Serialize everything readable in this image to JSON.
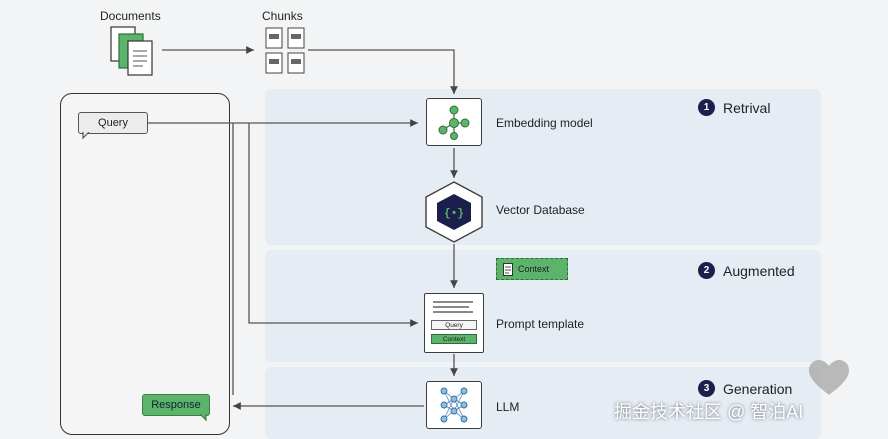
{
  "top": {
    "documents_label": "Documents",
    "chunks_label": "Chunks"
  },
  "stages": [
    {
      "number": "1",
      "label": "Retrival"
    },
    {
      "number": "2",
      "label": "Augmented"
    },
    {
      "number": "3",
      "label": "Generation"
    }
  ],
  "nodes": {
    "embedding_model": "Embedding model",
    "vector_database": "Vector Database",
    "prompt_template": "Prompt template",
    "llm": "LLM"
  },
  "chips": {
    "query": "Query",
    "response": "Response",
    "context": "Context"
  },
  "template_card": {
    "query": "Query",
    "context": "Context"
  },
  "watermark": "掘金技术社区 @ 智泊AI",
  "colors": {
    "band": "#e5ecf4",
    "accent_green": "#5cb46b",
    "stage_circle": "#1b1f4b"
  }
}
